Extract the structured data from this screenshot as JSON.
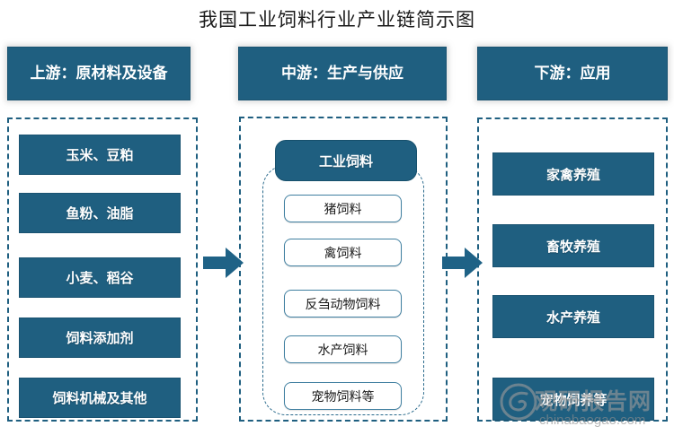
{
  "title": "我国工业饲料行业产业链简示图",
  "colors": {
    "primary": "#1f5f80",
    "dashed_border": "#1f5f80",
    "sub_item_border": "#3f7fa0",
    "background": "#ffffff",
    "title_text": "#1a1a1a",
    "watermark_text": "#9a9a9a"
  },
  "columns": {
    "upstream": {
      "header": "上游：原材料及设备",
      "items": [
        "玉米、豆粕",
        "鱼粉、油脂",
        "小麦、稻谷",
        "饲料添加剂",
        "饲料机械及其他"
      ]
    },
    "midstream": {
      "header": "中游：生产与供应",
      "core": "工业饲料",
      "items": [
        "猪饲料",
        "禽饲料",
        "反刍动物饲料",
        "水产饲料",
        "宠物饲料等"
      ]
    },
    "downstream": {
      "header": "下游：应用",
      "items": [
        "家禽养殖",
        "畜牧养殖",
        "水产养殖",
        "宠物饲养等"
      ]
    }
  },
  "arrows": [
    {
      "name": "upstream-to-midstream",
      "direction": "right"
    },
    {
      "name": "midstream-to-downstream",
      "direction": "right"
    }
  ],
  "watermark": {
    "brand_cn": "观研报告网",
    "url": "chinabaogao.com"
  }
}
